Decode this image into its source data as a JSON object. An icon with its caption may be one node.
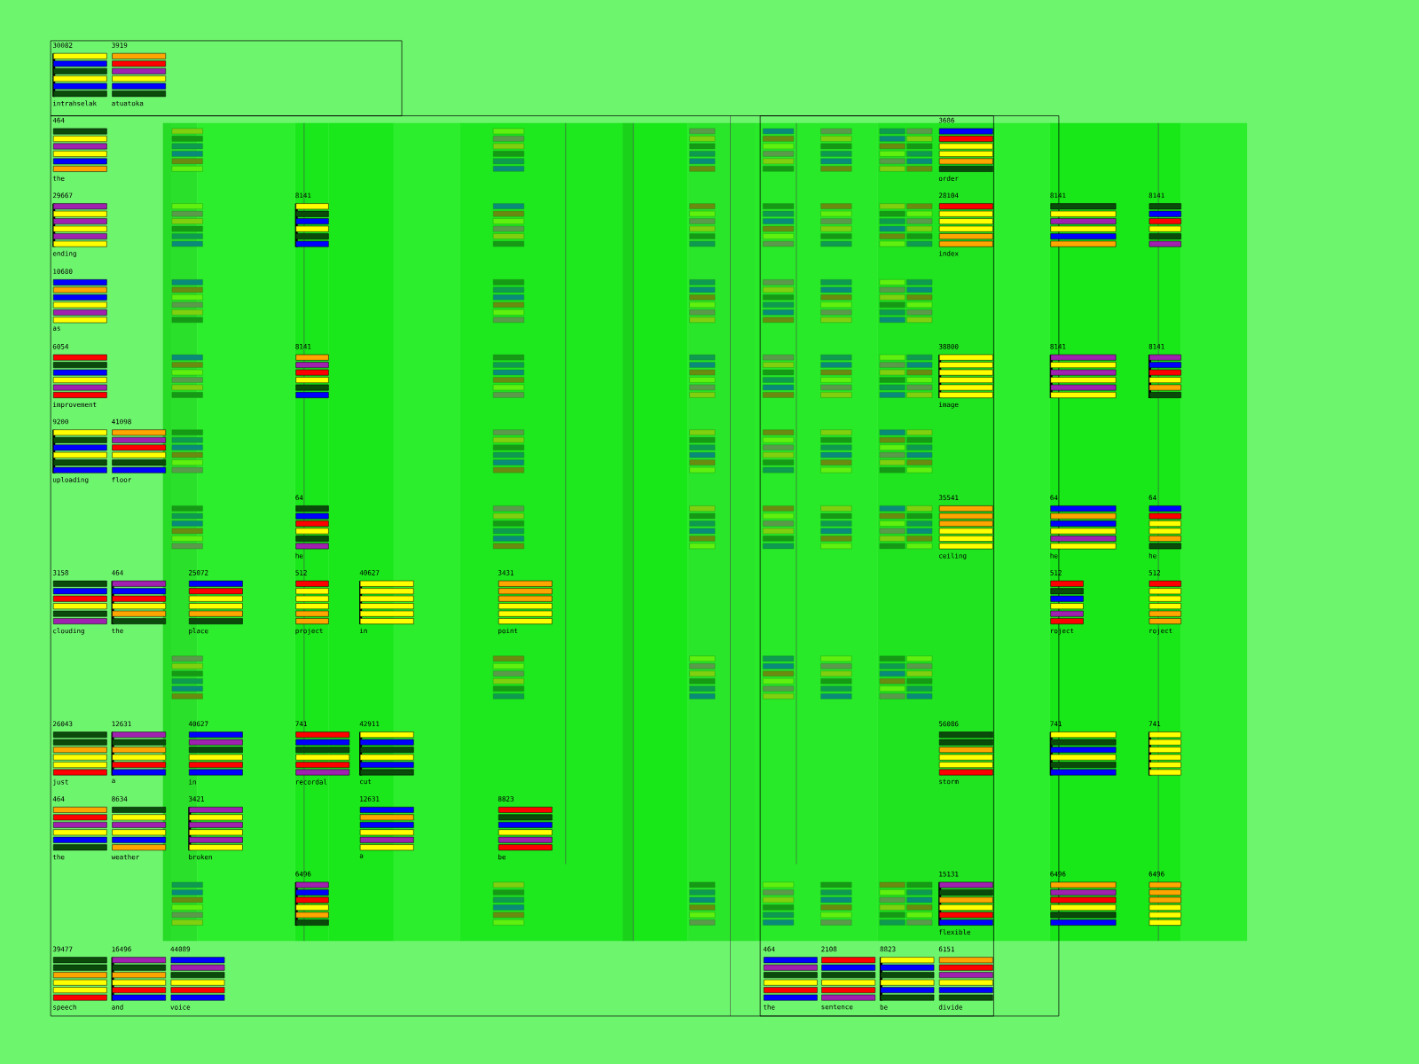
{
  "diagram": {
    "nodes": [
      {
        "text": [],
        "shape": "box"
      },
      {
        "text": [],
        "shape": "box"
      },
      {
        "text": [],
        "shape": "box",
        "in": 1
      },
      {
        "text": [
          "30082",
          "intrahselak"
        ],
        "in": 0
      },
      {
        "text": [
          "3919",
          "atuatoka"
        ],
        "in": 0
      },
      {
        "text": [
          "464",
          "the"
        ],
        "in": 1
      },
      {
        "text": [
          "29667",
          "ending"
        ],
        "in": 1
      },
      {
        "text": [
          "10680",
          "as"
        ],
        "in": 1
      },
      {
        "text": [
          "6054",
          "improvement"
        ],
        "in": 1
      },
      {
        "text": [
          "9200",
          "uploading"
        ],
        "in": 1
      },
      {
        "text": [
          "41098",
          "floor"
        ],
        "in": 1
      },
      {
        "text": [
          "3158",
          "clouding"
        ],
        "in": 1
      },
      {
        "text": [
          "464",
          "the"
        ],
        "in": 1
      },
      {
        "text": [
          "25072",
          "place"
        ],
        "in": 1
      },
      {
        "text": [
          "512",
          "project"
        ],
        "in": 1
      },
      {
        "text": [
          "40627",
          "in"
        ],
        "in": 1
      },
      {
        "text": [
          "3431",
          "point"
        ],
        "in": 1
      },
      {
        "text": [
          "26043",
          "just"
        ],
        "in": 1
      },
      {
        "text": [
          "12631",
          "a"
        ],
        "in": 1
      },
      {
        "text": [
          "40627",
          "in"
        ],
        "in": 1
      },
      {
        "text": [
          "741",
          "recordal"
        ],
        "in": 1
      },
      {
        "text": [
          "42911",
          "cut"
        ],
        "in": 1
      },
      {
        "text": [
          "464",
          "the"
        ],
        "in": 1
      },
      {
        "text": [
          "8634",
          "weather"
        ],
        "in": 1
      },
      {
        "text": [
          "3421",
          "broken"
        ],
        "in": 1
      },
      {
        "text": [
          "12631",
          "a"
        ],
        "in": 1
      },
      {
        "text": [
          "8823",
          "be"
        ],
        "in": 1
      },
      {
        "text": [
          "8141"
        ],
        "in": 1
      },
      {
        "text": [
          "8141"
        ],
        "in": 1
      },
      {
        "text": [
          "64",
          "he"
        ],
        "in": 1
      },
      {
        "text": [
          "6496"
        ],
        "in": 1
      },
      {
        "text": [
          "3686",
          "order"
        ],
        "in": 2
      },
      {
        "text": [
          "28104",
          "index"
        ],
        "in": 2
      },
      {
        "text": [
          "38800",
          "image"
        ],
        "in": 2
      },
      {
        "text": [
          "35541",
          "ceiling"
        ],
        "in": 2
      },
      {
        "text": [
          "56086",
          "storm"
        ],
        "in": 2
      },
      {
        "text": [
          "15131",
          "flexible"
        ],
        "in": 2
      },
      {
        "text": [
          "464",
          "the"
        ],
        "in": 2
      },
      {
        "text": [
          "2108",
          "sentence"
        ],
        "in": 2
      },
      {
        "text": [
          "8823",
          "be"
        ],
        "in": 2
      },
      {
        "text": [
          "6151",
          "divide"
        ],
        "in": 2
      },
      {
        "text": [
          "8141"
        ]
      },
      {
        "text": [
          "8141"
        ]
      },
      {
        "text": [
          "64",
          "he"
        ]
      },
      {
        "text": [
          "512",
          "roject"
        ]
      },
      {
        "text": [
          "741"
        ]
      },
      {
        "text": [
          "6496"
        ]
      },
      {
        "text": [
          "8141"
        ]
      },
      {
        "text": [
          "8141"
        ]
      },
      {
        "text": [
          "64",
          "he"
        ]
      },
      {
        "text": [
          "512",
          "roject"
        ]
      },
      {
        "text": [
          "741"
        ]
      },
      {
        "text": [
          "6496"
        ]
      },
      {
        "text": [
          "39477",
          "speech"
        ],
        "in": 1
      },
      {
        "text": [
          "16496",
          "and"
        ],
        "in": 1
      },
      {
        "text": [
          "44089",
          "voice"
        ],
        "in": 1
      }
    ]
  }
}
